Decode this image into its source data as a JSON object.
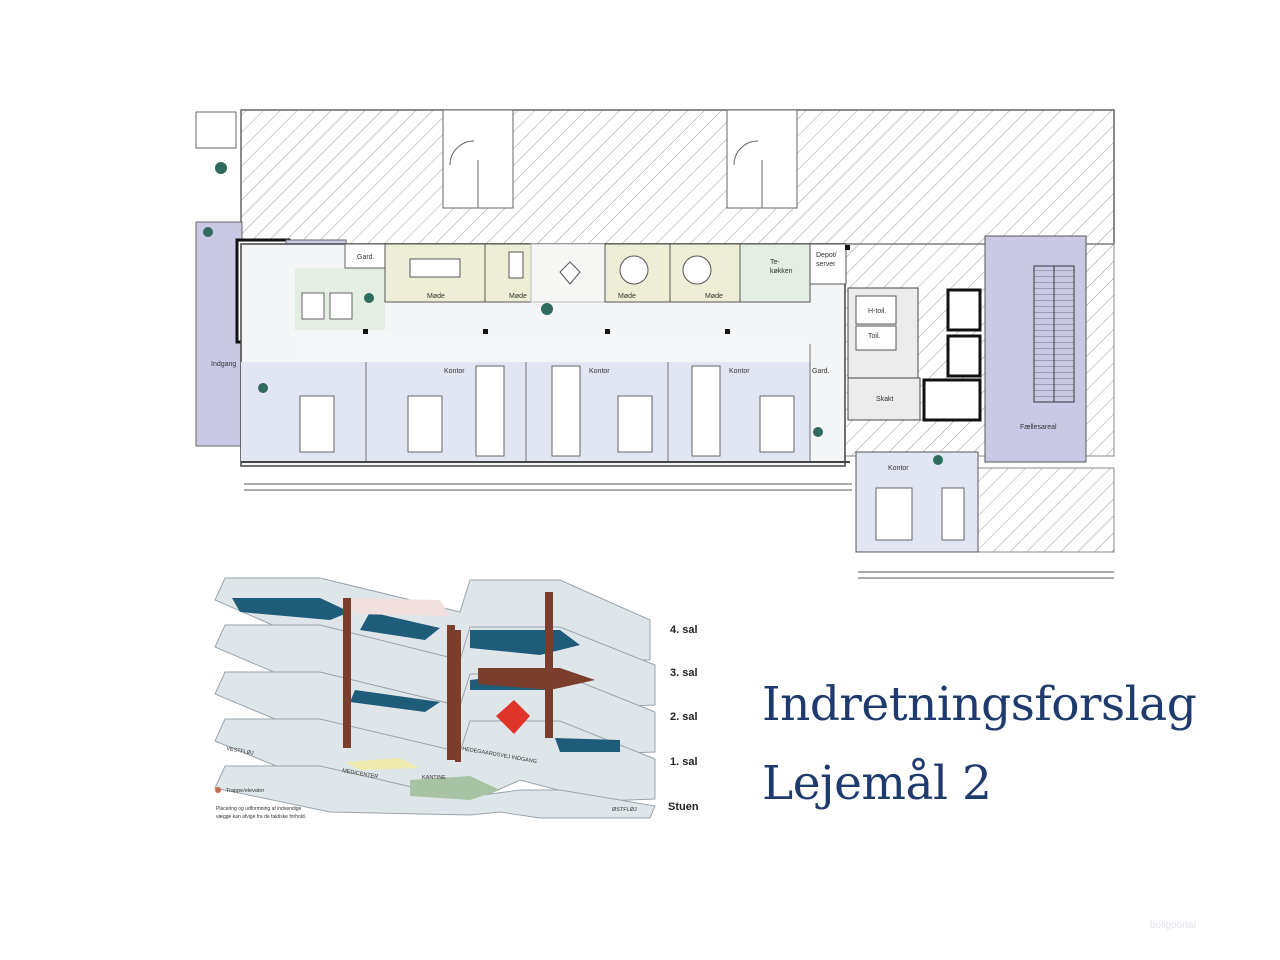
{
  "floor_plan": {
    "rooms": {
      "gard_top": "Gard.",
      "mode_1": "Møde",
      "mode_2": "Møde",
      "mode_3": "Møde",
      "mode_4": "Møde",
      "tekokken_1": "Te-",
      "tekokken_2": "køkken",
      "depot_1": "Depot/",
      "depot_2": "server",
      "h_toil": "H-toil.",
      "toil": "Toil.",
      "skakt": "Skakt",
      "indgang": "Indgang",
      "kontor_1": "Kontor",
      "kontor_2": "Kontor",
      "kontor_3": "Kontor",
      "kontor_4": "Kontor",
      "gard_mid": "Gard.",
      "faellesareal": "Fællesareal"
    },
    "colors": {
      "meeting": "#eeeed6",
      "office": "#e2e6f3",
      "corridor": "#f3f5f6",
      "lounge": "#e4eee2",
      "stair_core": "#c9c9e6",
      "hatch": "#9a9a9a"
    }
  },
  "isometric": {
    "floors": [
      "4. sal",
      "3. sal",
      "2. sal",
      "1. sal",
      "Stuen"
    ],
    "street_labels": {
      "vestfløj": "VESTFLØJ",
      "medicenter": "MEDICENTER",
      "kantine": "KANTINE",
      "indgang": "HEDEGAARDSVEJ INDGANG",
      "østfløj": "ØSTFLØJ"
    },
    "legend_label": "Trappe/elevator",
    "note_line_1": "Placering og udformning af indvendige",
    "note_line_2": "vægge kan afvige fra de faktiske forhold.",
    "colors": {
      "slab": "#dfe6ea",
      "leased_dark": "#1f5c7a",
      "column": "#7b3d2c",
      "marker": "#e0342a",
      "kantine": "#a8c3a4"
    }
  },
  "heading": {
    "line_1": "Indretningsforslag",
    "line_2": "Lejemål 2"
  },
  "watermark": "boligportal"
}
